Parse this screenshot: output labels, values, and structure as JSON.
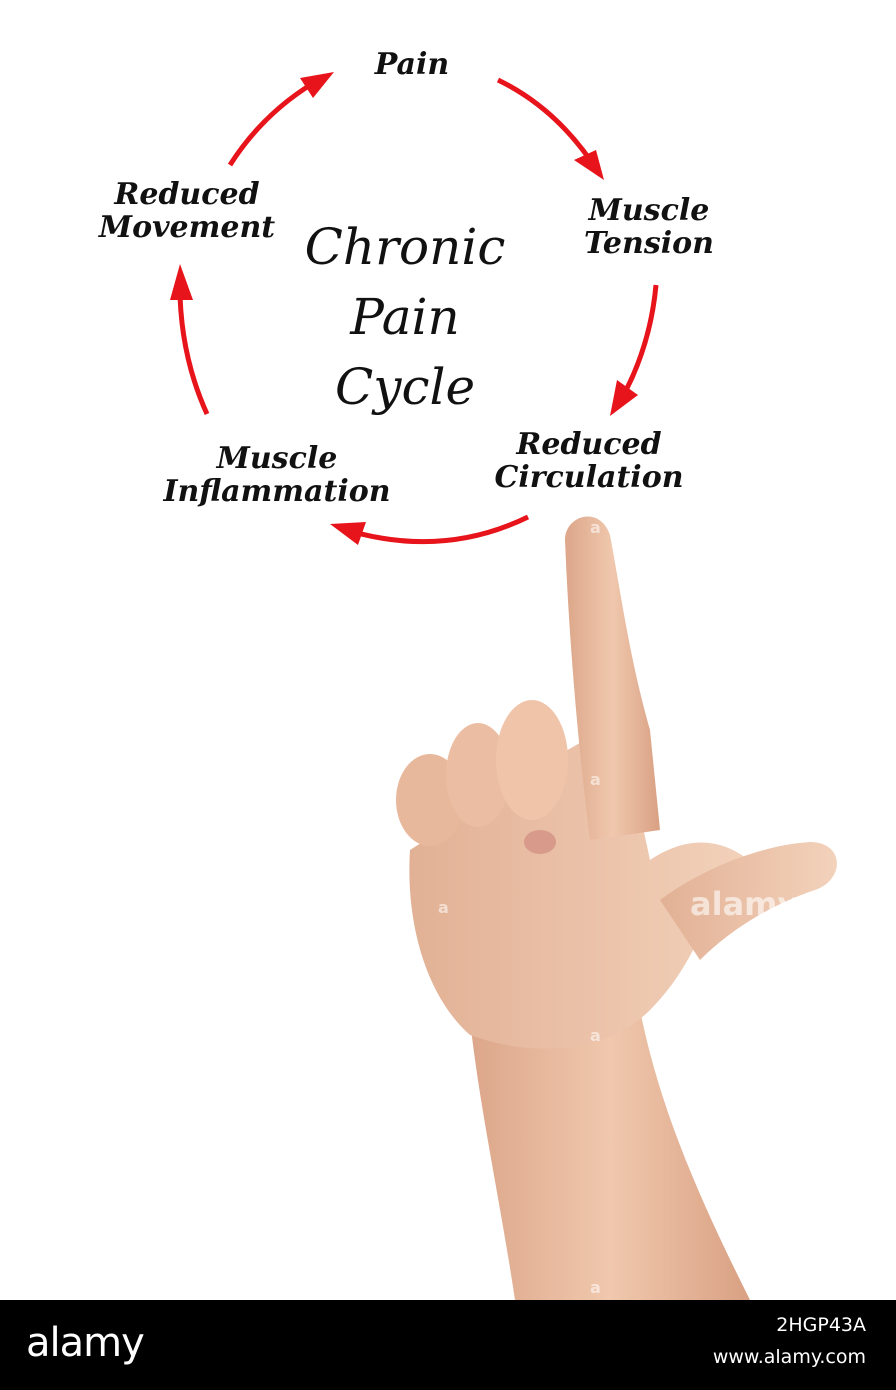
{
  "diagram": {
    "title_lines": [
      "Chronic",
      "Pain",
      "Cycle"
    ],
    "nodes": [
      {
        "lines": [
          "Pain"
        ]
      },
      {
        "lines": [
          "Muscle",
          "Tension"
        ]
      },
      {
        "lines": [
          "Reduced",
          "Circulation"
        ]
      },
      {
        "lines": [
          "Muscle",
          "Inflammation"
        ]
      },
      {
        "lines": [
          "Reduced",
          "Movement"
        ]
      }
    ],
    "arrow_color": "#e8141b",
    "text_color": "#111111"
  },
  "watermark": {
    "text": "alamy",
    "mark": "a"
  },
  "footer": {
    "logo": "alamy",
    "image_id": "2HGP43A",
    "url": "www.alamy.com"
  }
}
